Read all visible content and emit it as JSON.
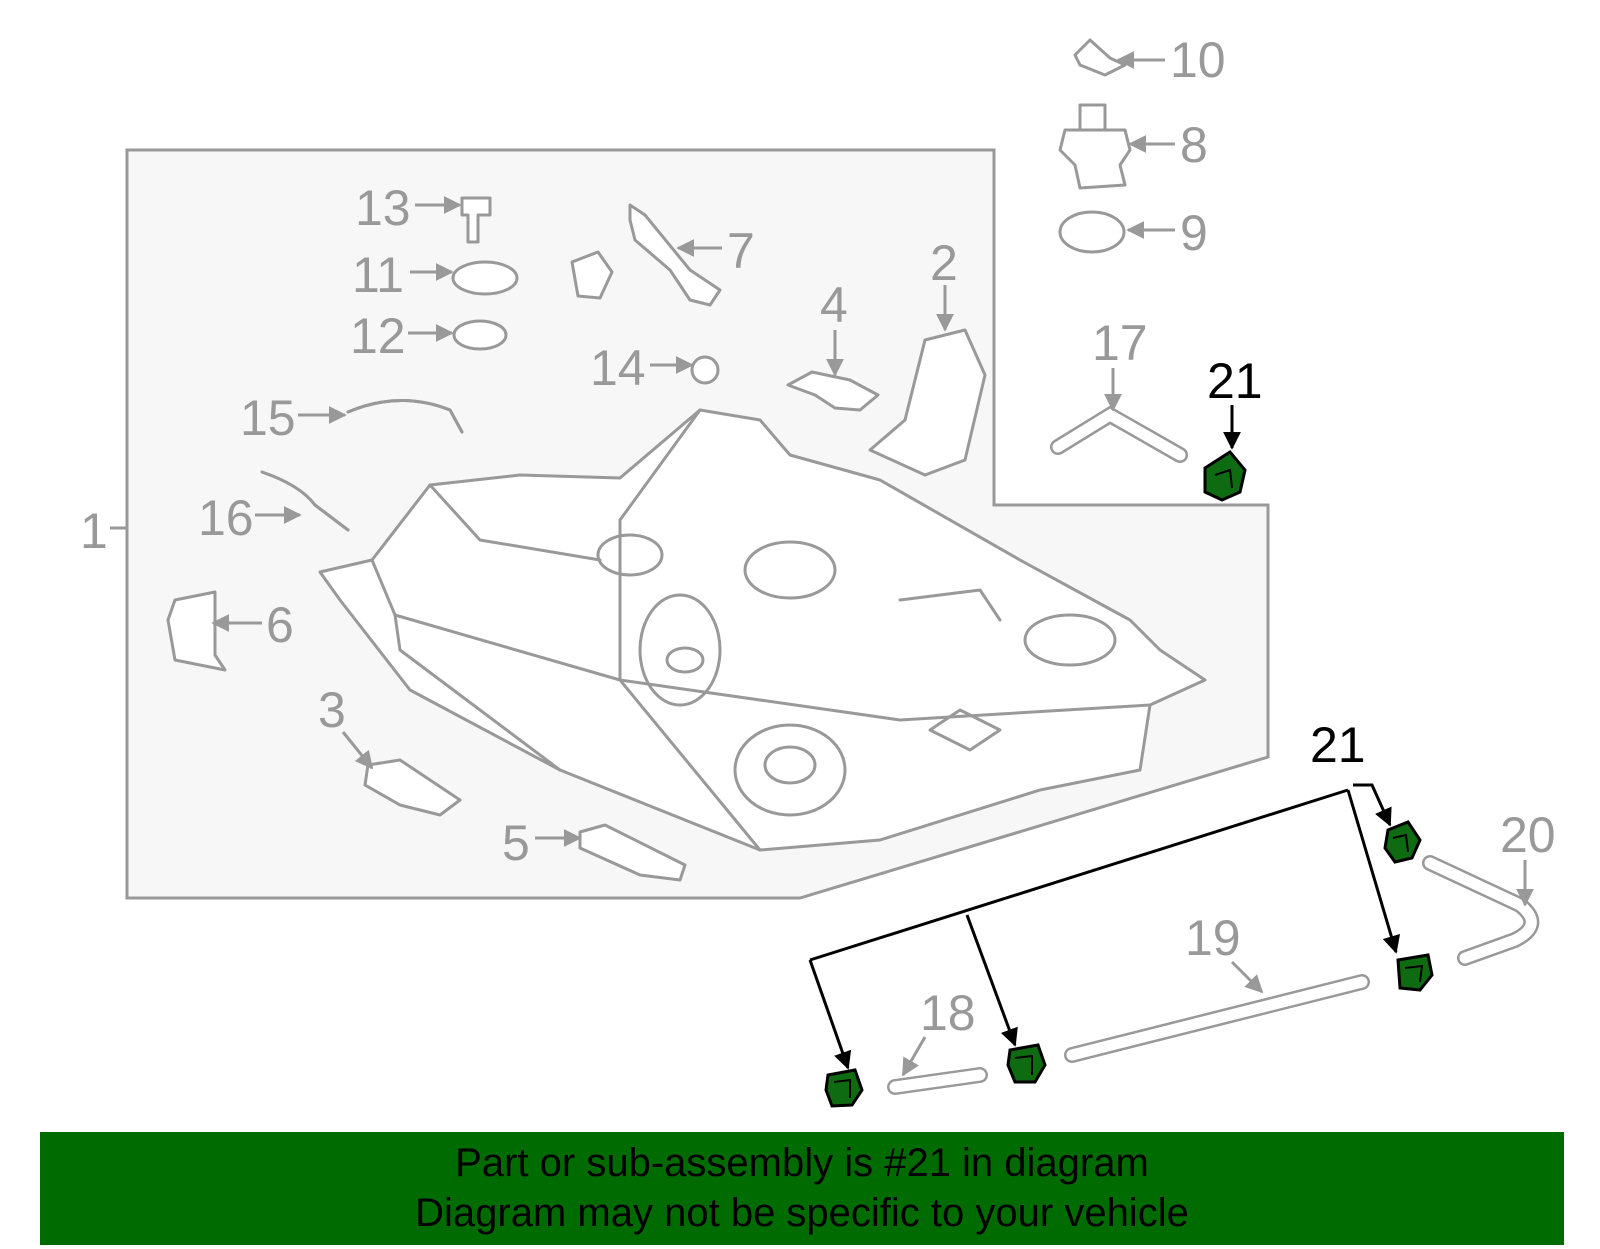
{
  "labels": {
    "p1": "1",
    "p2": "2",
    "p3": "3",
    "p4": "4",
    "p5": "5",
    "p6": "6",
    "p7": "7",
    "p8": "8",
    "p9": "9",
    "p10": "10",
    "p11": "11",
    "p12": "12",
    "p13": "13",
    "p14": "14",
    "p15": "15",
    "p16": "16",
    "p17": "17",
    "p18": "18",
    "p19": "19",
    "p20": "20",
    "p21a": "21",
    "p21b": "21"
  },
  "banner": {
    "line1": "Part or sub-assembly is #21 in diagram",
    "line2": "Diagram may not be specific to your vehicle"
  },
  "colors": {
    "highlight": "#0f6b12",
    "banner": "#006b00",
    "parts": "#999999"
  }
}
